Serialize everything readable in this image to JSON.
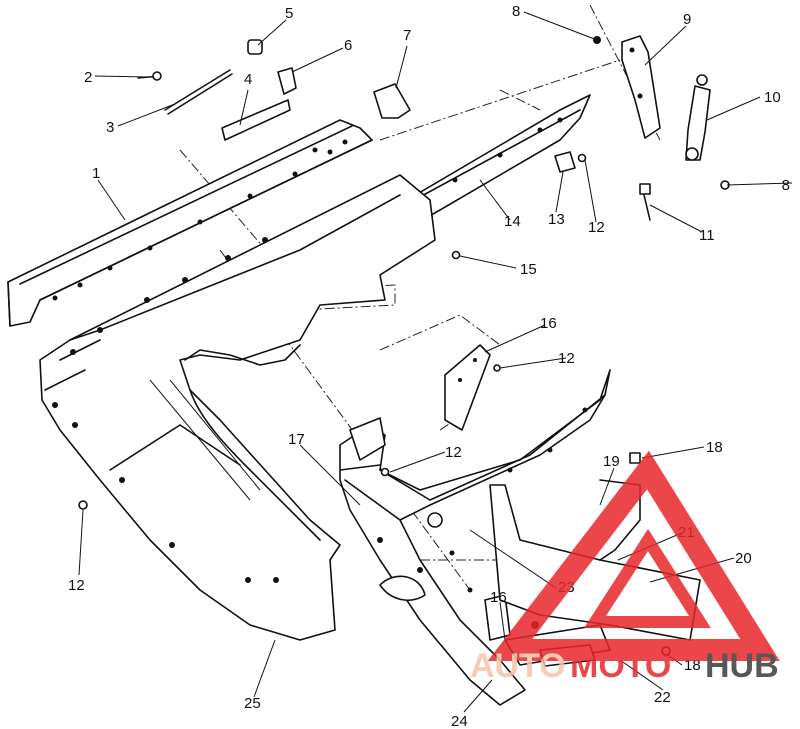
{
  "diagram": {
    "callouts": [
      {
        "id": "c1",
        "label": "1"
      },
      {
        "id": "c2",
        "label": "2"
      },
      {
        "id": "c3",
        "label": "3"
      },
      {
        "id": "c4",
        "label": "4"
      },
      {
        "id": "c5",
        "label": "5"
      },
      {
        "id": "c6",
        "label": "6"
      },
      {
        "id": "c7",
        "label": "7"
      },
      {
        "id": "c8a",
        "label": "8"
      },
      {
        "id": "c8b",
        "label": "8"
      },
      {
        "id": "c9",
        "label": "9"
      },
      {
        "id": "c10",
        "label": "10"
      },
      {
        "id": "c11",
        "label": "11"
      },
      {
        "id": "c12a",
        "label": "12"
      },
      {
        "id": "c12b",
        "label": "12"
      },
      {
        "id": "c12c",
        "label": "12"
      },
      {
        "id": "c12d",
        "label": "12"
      },
      {
        "id": "c13",
        "label": "13"
      },
      {
        "id": "c14",
        "label": "14"
      },
      {
        "id": "c15",
        "label": "15"
      },
      {
        "id": "c16a",
        "label": "16"
      },
      {
        "id": "c16b",
        "label": "16"
      },
      {
        "id": "c17",
        "label": "17"
      },
      {
        "id": "c18a",
        "label": "18"
      },
      {
        "id": "c18b",
        "label": "18"
      },
      {
        "id": "c19",
        "label": "19"
      },
      {
        "id": "c20",
        "label": "20"
      },
      {
        "id": "c21",
        "label": "21"
      },
      {
        "id": "c22",
        "label": "22"
      },
      {
        "id": "c23",
        "label": "23"
      },
      {
        "id": "c24",
        "label": "24"
      },
      {
        "id": "c25",
        "label": "25"
      }
    ]
  },
  "watermark": {
    "text_left": "AUTO",
    "text_mid": "MOTO",
    "text_right": "HUB",
    "color_primary": "#e8262a",
    "color_secondary": "#f6c2a8",
    "color_dark": "#3a3a3a"
  }
}
